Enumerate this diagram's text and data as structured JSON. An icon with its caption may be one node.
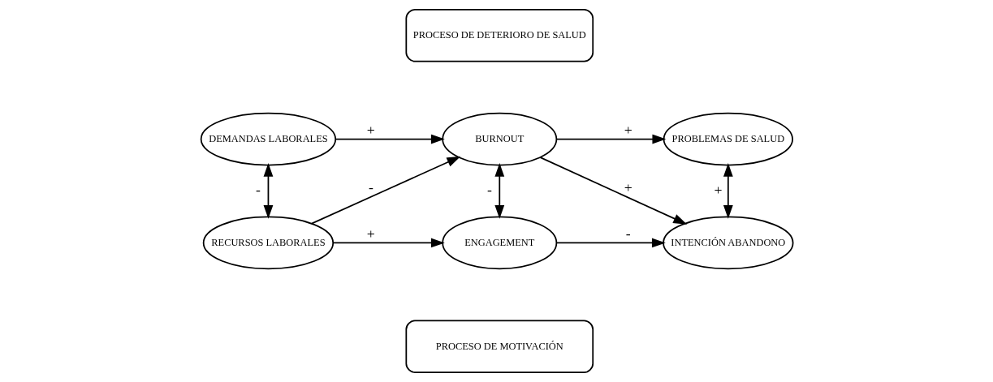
{
  "diagram": {
    "nodes": [
      {
        "text": [
          "PROCESO DE DETERIORO DE SALUD"
        ]
      },
      {
        "text": [
          "DEMANDAS LABORALES"
        ]
      },
      {
        "text": [
          "BURNOUT"
        ]
      },
      {
        "text": [
          "PROBLEMAS DE SALUD"
        ]
      },
      {
        "text": [
          "RECURSOS LABORALES"
        ]
      },
      {
        "text": [
          "ENGAGEMENT"
        ]
      },
      {
        "text": [
          "INTENCIÓN ABANDONO"
        ]
      },
      {
        "text": [
          "PROCESO DE MOTIVACIÓN"
        ]
      }
    ],
    "edges": [
      {
        "from": 1,
        "to": 2,
        "arrow": "to",
        "label": "+"
      },
      {
        "from": 2,
        "to": 3,
        "arrow": "to",
        "label": "+"
      },
      {
        "from": 1,
        "to": 4,
        "arrow": "both",
        "label": "-"
      },
      {
        "from": 4,
        "to": 2,
        "arrow": "to",
        "label": "-"
      },
      {
        "from": 2,
        "to": 6,
        "arrow": "to",
        "label": "+"
      },
      {
        "from": 2,
        "to": 5,
        "arrow": "both",
        "label": "-"
      },
      {
        "from": 4,
        "to": 5,
        "arrow": "to",
        "label": "+"
      },
      {
        "from": 5,
        "to": 6,
        "arrow": "to",
        "label": "-"
      },
      {
        "from": 3,
        "to": 6,
        "arrow": "both",
        "label": "+"
      }
    ]
  }
}
